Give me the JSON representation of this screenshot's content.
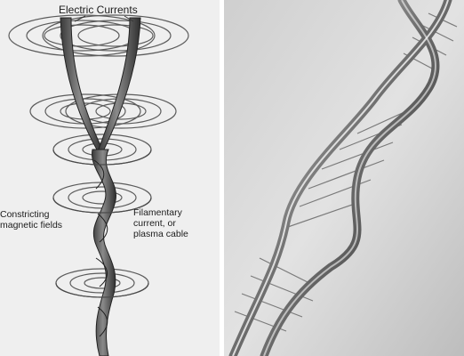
{
  "left_panel": {
    "title": "Electric Currents",
    "label_left": "Constricting\nmagnetic fields",
    "label_right": "Filamentary\ncurrent, or\nplasma cable"
  },
  "right_panel": {}
}
